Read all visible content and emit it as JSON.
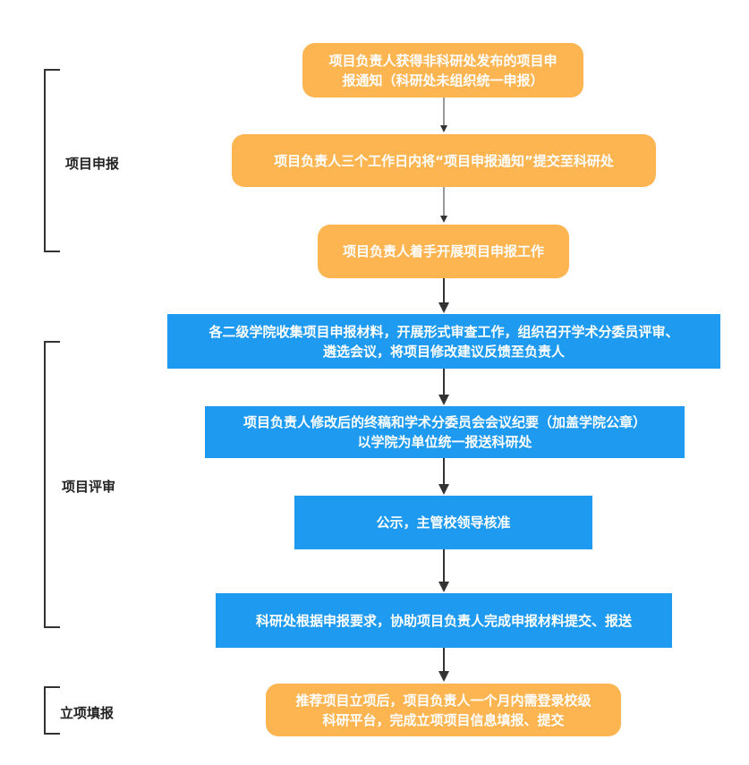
{
  "sections": [
    {
      "label": "项目申报"
    },
    {
      "label": "项目评审"
    },
    {
      "label": "立项填报"
    }
  ],
  "nodes": [
    {
      "text": "项目负责人获得非科研处发布的项目申\n报通知（科研处未组织统一申报）",
      "color": "#FDB552"
    },
    {
      "text": "项目负责人三个工作日内将“项目申报通知”提交至科研处",
      "color": "#FDB552"
    },
    {
      "text": "项目负责人着手开展项目申报工作",
      "color": "#FDB552"
    },
    {
      "text": "各二级学院收集项目申报材料，开展形式审查工作，组织召开学术分委员评审、\n遴选会议，将项目修改建议反馈至负责人",
      "color": "#1E9BF0"
    },
    {
      "text": "项目负责人修改后的终稿和学术分委员会会议纪要（加盖学院公章）\n以学院为单位统一报送科研处",
      "color": "#1E9BF0"
    },
    {
      "text": "公示，主管校领导核准",
      "color": "#1E9BF0"
    },
    {
      "text": "科研处根据申报要求，协助项目负责人完成申报材料提交、报送",
      "color": "#1E9BF0"
    },
    {
      "text": "推荐项目立项后，项目负责人一个月内需登录校级\n科研平台，完成立项项目信息填报、提交",
      "color": "#FDB552"
    }
  ]
}
